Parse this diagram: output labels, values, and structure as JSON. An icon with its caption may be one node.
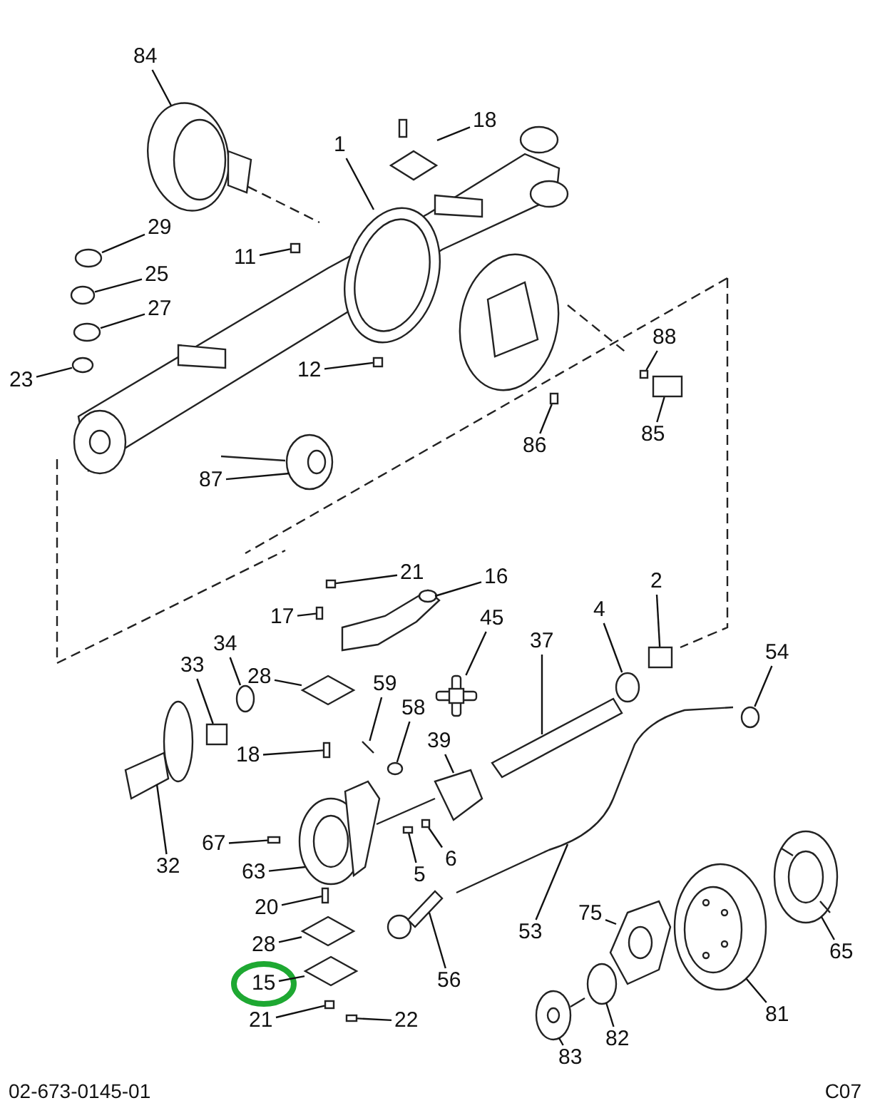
{
  "diagram": {
    "nodes": [
      {
        "text": [
          "84"
        ]
      },
      {
        "text": [
          "18"
        ]
      },
      {
        "text": [
          "1"
        ]
      },
      {
        "text": [
          "29"
        ]
      },
      {
        "text": [
          "25"
        ]
      },
      {
        "text": [
          "11"
        ]
      },
      {
        "text": [
          "27"
        ]
      },
      {
        "text": [
          "23"
        ]
      },
      {
        "text": [
          "12"
        ]
      },
      {
        "text": [
          "88"
        ]
      },
      {
        "text": [
          "85"
        ]
      },
      {
        "text": [
          "86"
        ]
      },
      {
        "text": [
          "87"
        ]
      },
      {
        "text": [
          "21"
        ]
      },
      {
        "text": [
          "16"
        ]
      },
      {
        "text": [
          "17"
        ]
      },
      {
        "text": [
          "45"
        ]
      },
      {
        "text": [
          "4"
        ]
      },
      {
        "text": [
          "2"
        ]
      },
      {
        "text": [
          "33"
        ]
      },
      {
        "text": [
          "34"
        ]
      },
      {
        "text": [
          "28"
        ]
      },
      {
        "text": [
          "59"
        ]
      },
      {
        "text": [
          "37"
        ]
      },
      {
        "text": [
          "54"
        ]
      },
      {
        "text": [
          "58"
        ]
      },
      {
        "text": [
          "18"
        ]
      },
      {
        "text": [
          "32"
        ]
      },
      {
        "text": [
          "67"
        ]
      },
      {
        "text": [
          "63"
        ]
      },
      {
        "text": [
          "39"
        ]
      },
      {
        "text": [
          "6"
        ]
      },
      {
        "text": [
          "5"
        ]
      },
      {
        "text": [
          "20"
        ]
      },
      {
        "text": [
          "75"
        ]
      },
      {
        "text": [
          "53"
        ]
      },
      {
        "text": [
          "28"
        ]
      },
      {
        "text": [
          "65"
        ]
      },
      {
        "text": [
          "56"
        ]
      },
      {
        "text": [
          "15"
        ]
      },
      {
        "text": [
          "81"
        ]
      },
      {
        "text": [
          "21"
        ]
      },
      {
        "text": [
          "22"
        ]
      },
      {
        "text": [
          "82"
        ]
      },
      {
        "text": [
          "83"
        ]
      },
      {
        "text": [],
        "shape": "picture"
      },
      {
        "text": [],
        "shape": "picture"
      },
      {
        "text": [],
        "shape": "picture"
      },
      {
        "text": [],
        "shape": "circle"
      },
      {
        "text": [],
        "shape": "circle"
      },
      {
        "text": [],
        "shape": "box"
      },
      {
        "text": [],
        "shape": "circle"
      },
      {
        "text": [],
        "shape": "circle"
      },
      {
        "text": [],
        "shape": "box"
      },
      {
        "text": [],
        "shape": "box"
      },
      {
        "text": [],
        "shape": "box"
      },
      {
        "text": [],
        "shape": "box"
      },
      {
        "text": [],
        "shape": "picture"
      },
      {
        "text": [],
        "shape": "box"
      },
      {
        "text": [],
        "shape": "picture"
      },
      {
        "text": [],
        "shape": "box"
      },
      {
        "text": [],
        "shape": "cross"
      },
      {
        "text": [],
        "shape": "circle"
      },
      {
        "text": [],
        "shape": "box"
      },
      {
        "text": [],
        "shape": "box"
      },
      {
        "text": [],
        "shape": "circle"
      },
      {
        "text": [],
        "shape": "diamond"
      },
      {
        "text": [],
        "shape": "bar"
      },
      {
        "text": [],
        "shape": "bar"
      },
      {
        "text": [],
        "shape": "circle"
      },
      {
        "text": [],
        "shape": "circle"
      },
      {
        "text": [],
        "shape": "box"
      },
      {
        "text": [],
        "shape": "picture"
      },
      {
        "text": [],
        "shape": "box"
      },
      {
        "text": [],
        "shape": "picture"
      },
      {
        "text": [],
        "shape": "picture"
      },
      {
        "text": [],
        "shape": "box"
      },
      {
        "text": [],
        "shape": "box"
      },
      {
        "text": [],
        "shape": "box"
      },
      {
        "text": [],
        "shape": "picture"
      },
      {
        "text": [],
        "shape": "picture"
      },
      {
        "text": [],
        "shape": "diamond"
      },
      {
        "text": [],
        "shape": "picture"
      },
      {
        "text": [],
        "shape": "picture"
      },
      {
        "text": [],
        "shape": "diamond"
      },
      {
        "text": [],
        "shape": "picture"
      },
      {
        "text": [],
        "shape": "box"
      },
      {
        "text": [],
        "shape": "box"
      },
      {
        "text": [],
        "shape": "circle"
      },
      {
        "text": [],
        "shape": "picture"
      }
    ],
    "edges": [
      {
        "from": 0,
        "to": 45,
        "arrow": "none"
      },
      {
        "from": 1,
        "to": 46,
        "arrow": "none"
      },
      {
        "from": 2,
        "to": 47,
        "arrow": "none"
      },
      {
        "from": 3,
        "to": 48,
        "arrow": "none"
      },
      {
        "from": 4,
        "to": 49,
        "arrow": "none"
      },
      {
        "from": 5,
        "to": 50,
        "arrow": "none"
      },
      {
        "from": 6,
        "to": 51,
        "arrow": "none"
      },
      {
        "from": 7,
        "to": 52,
        "arrow": "none"
      },
      {
        "from": 8,
        "to": 53,
        "arrow": "none"
      },
      {
        "from": 9,
        "to": 54,
        "arrow": "none"
      },
      {
        "from": 10,
        "to": 55,
        "arrow": "none"
      },
      {
        "from": 11,
        "to": 56,
        "arrow": "none"
      },
      {
        "from": 12,
        "to": 57,
        "arrow": "none"
      },
      {
        "from": 13,
        "to": 58,
        "arrow": "none"
      },
      {
        "from": 14,
        "to": 59,
        "arrow": "none"
      },
      {
        "from": 15,
        "to": 60,
        "arrow": "none"
      },
      {
        "from": 16,
        "to": 61,
        "arrow": "none"
      },
      {
        "from": 17,
        "to": 62,
        "arrow": "none"
      },
      {
        "from": 18,
        "to": 63,
        "arrow": "none"
      },
      {
        "from": 19,
        "to": 64,
        "arrow": "none"
      },
      {
        "from": 20,
        "to": 65,
        "arrow": "none"
      },
      {
        "from": 21,
        "to": 66,
        "arrow": "none"
      },
      {
        "from": 22,
        "to": 67,
        "arrow": "none"
      },
      {
        "from": 23,
        "to": 68,
        "arrow": "none"
      },
      {
        "from": 24,
        "to": 69,
        "arrow": "none"
      },
      {
        "from": 25,
        "to": 70,
        "arrow": "none"
      },
      {
        "from": 26,
        "to": 71,
        "arrow": "none"
      },
      {
        "from": 27,
        "to": 72,
        "arrow": "none"
      },
      {
        "from": 28,
        "to": 73,
        "arrow": "none"
      },
      {
        "from": 29,
        "to": 74,
        "arrow": "none"
      },
      {
        "from": 30,
        "to": 75,
        "arrow": "none"
      },
      {
        "from": 31,
        "to": 76,
        "arrow": "none"
      },
      {
        "from": 32,
        "to": 77,
        "arrow": "none"
      },
      {
        "from": 33,
        "to": 78,
        "arrow": "none"
      },
      {
        "from": 34,
        "to": 79,
        "arrow": "none"
      },
      {
        "from": 35,
        "to": 80,
        "arrow": "none"
      },
      {
        "from": 36,
        "to": 81,
        "arrow": "none"
      },
      {
        "from": 37,
        "to": 82,
        "arrow": "none"
      },
      {
        "from": 38,
        "to": 83,
        "arrow": "none"
      },
      {
        "from": 39,
        "to": 84,
        "arrow": "none"
      },
      {
        "from": 40,
        "to": 85,
        "arrow": "none"
      },
      {
        "from": 41,
        "to": 86,
        "arrow": "none"
      },
      {
        "from": 42,
        "to": 87,
        "arrow": "none"
      },
      {
        "from": 43,
        "to": 88,
        "arrow": "none"
      },
      {
        "from": 44,
        "to": 89,
        "arrow": "none"
      }
    ],
    "labels": [
      "02-673-0145-01",
      "C07"
    ]
  }
}
